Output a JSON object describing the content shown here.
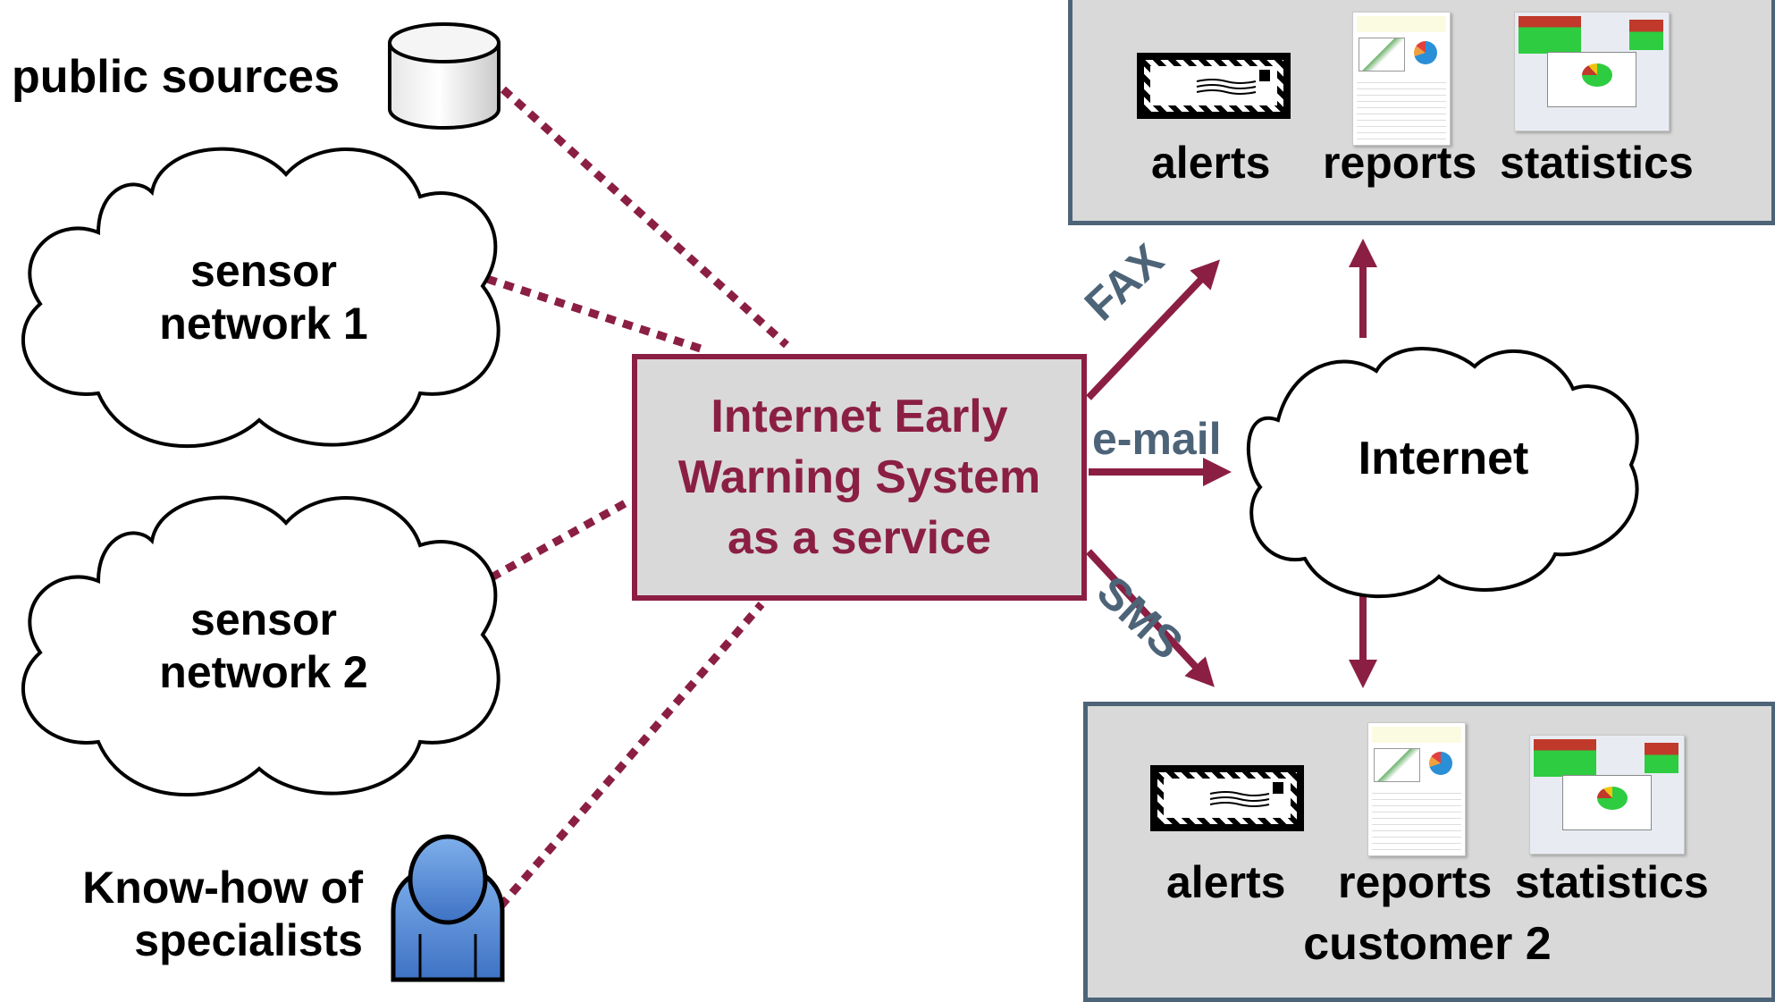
{
  "sources": {
    "public_sources": "public sources",
    "sensor_network_1": "sensor\nnetwork 1",
    "sensor_network_2": "sensor\nnetwork 2",
    "specialists": "Know-how of\nspecialists"
  },
  "center": {
    "label": "Internet Early\nWarning System\nas a service"
  },
  "channels": {
    "fax": "FAX",
    "email": "e-mail",
    "sms": "SMS"
  },
  "internet": {
    "label": "Internet"
  },
  "customer1": {
    "alerts": "alerts",
    "reports": "reports",
    "statistics": "statistics"
  },
  "customer2": {
    "alerts": "alerts",
    "reports": "reports",
    "statistics": "statistics",
    "title": "customer 2"
  },
  "colors": {
    "accent": "#8b1f43",
    "channel_text": "#4d6478",
    "box_fill": "#d9d9d9",
    "customer_border": "#4d6478",
    "person": "#5b8fd6"
  },
  "icons": [
    "database-icon",
    "cloud-icon",
    "person-icon",
    "envelope-icon",
    "report-thumbnail",
    "statistics-screenshot"
  ]
}
